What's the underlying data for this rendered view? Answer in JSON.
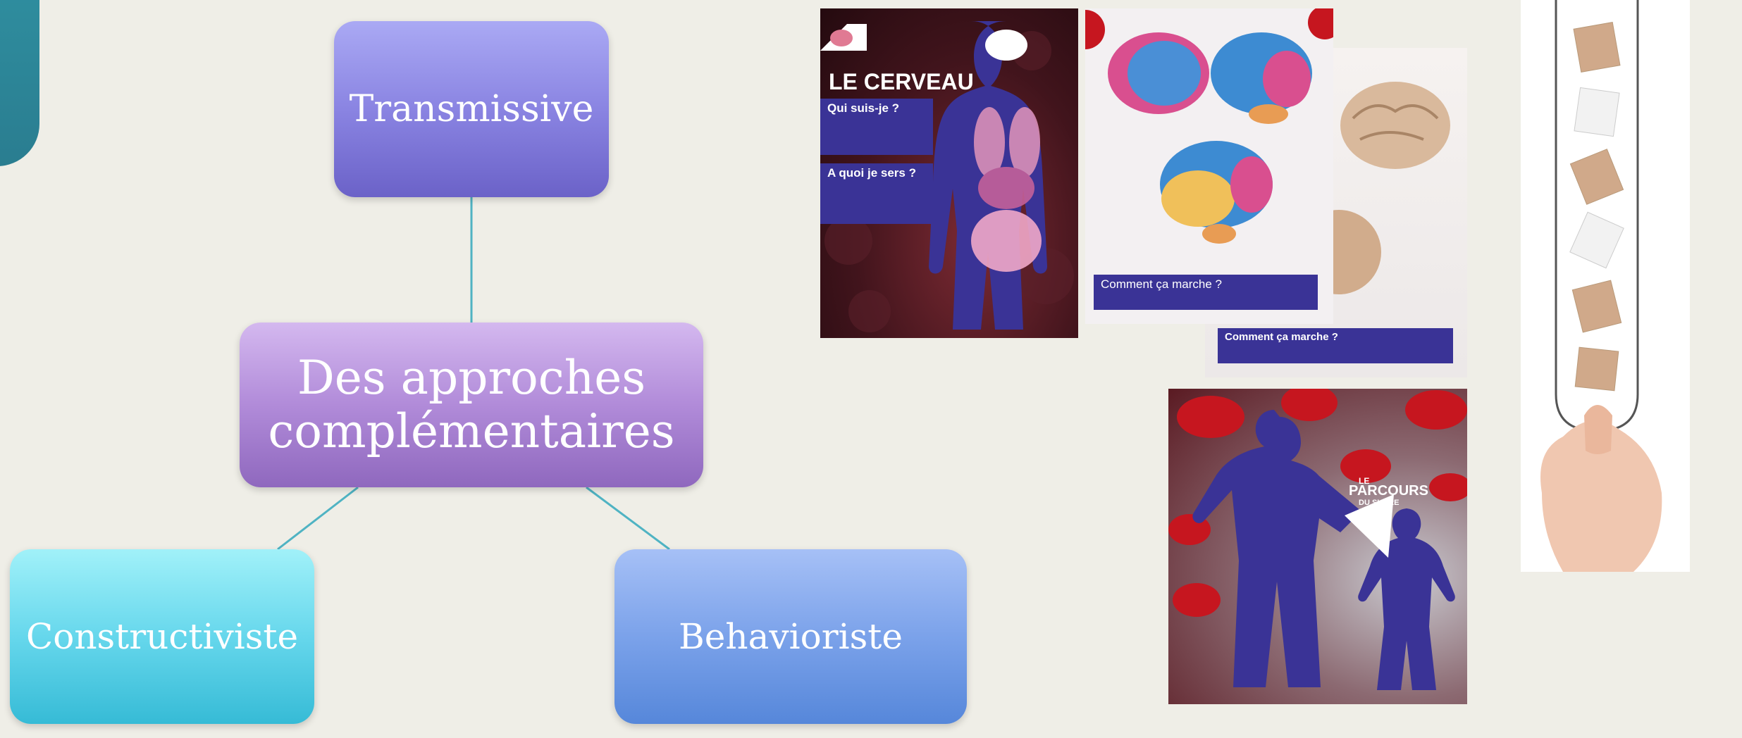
{
  "diagram": {
    "nodes": {
      "transmissive": "Transmissive",
      "center_line1": "Des approches",
      "center_line2": "complémentaires",
      "constructiviste": "Constructiviste",
      "behavioriste": "Behavioriste"
    }
  },
  "posters": {
    "cerveau": {
      "title": "LE CERVEAU",
      "q1": "Qui suis-je ?",
      "q2": "A quoi je sers ?"
    },
    "brain_map": {
      "band": "Comment ça marche ?"
    },
    "brain_photo": {
      "band": "Comment ça marche ?"
    },
    "sucre": {
      "title_le": "LE",
      "title_main": "PARCOURS",
      "title_sub": "DU SUCRE"
    }
  },
  "colors": {
    "background": "#efeee7",
    "silhouette": "#3a3396",
    "connector": "#4fb3c3",
    "blood_cell": "#c6161f"
  }
}
